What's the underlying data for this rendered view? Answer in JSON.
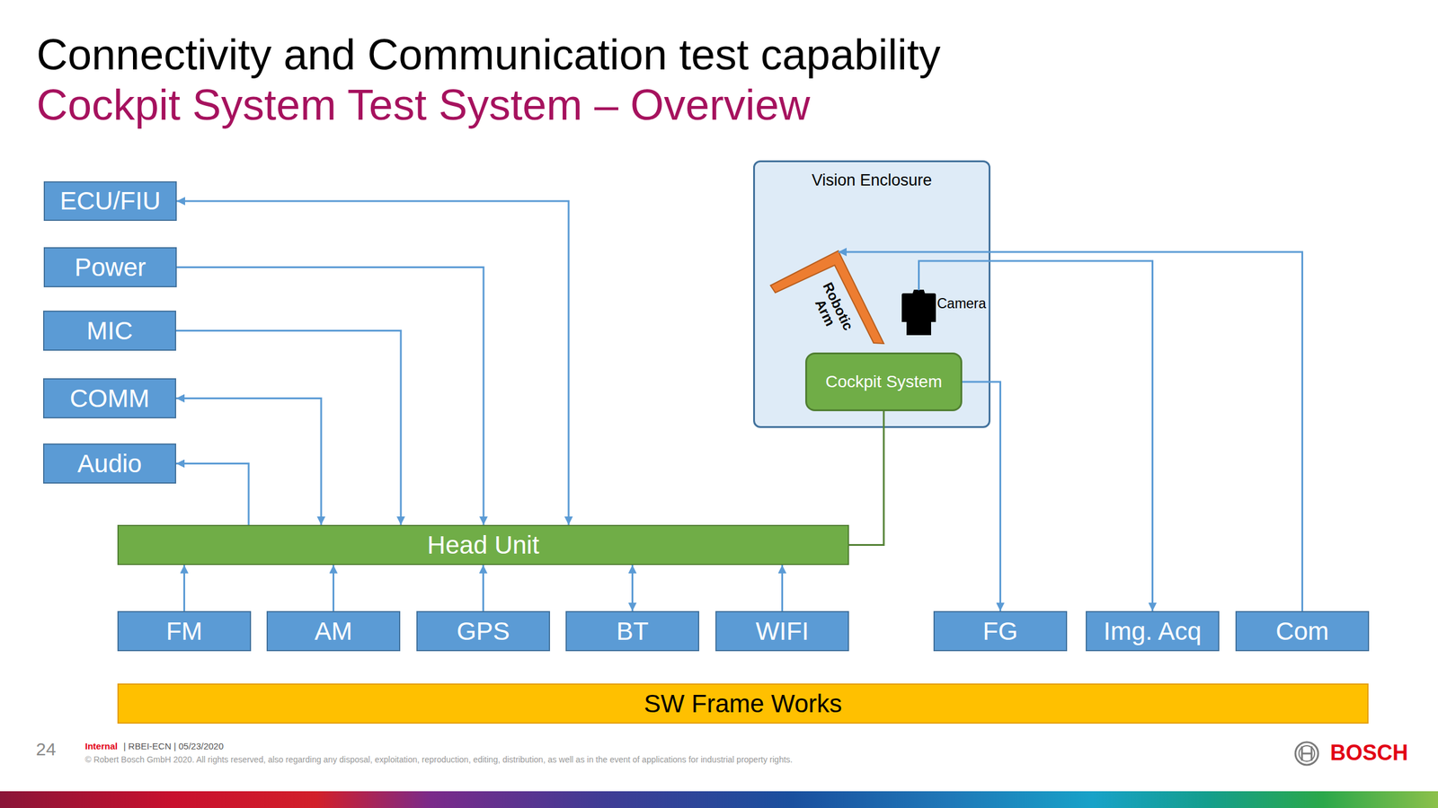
{
  "diagram": {
    "title": "Connectivity and Communication test capability",
    "nodes": [
      {
        "text": [
          "ECU/FIU"
        ]
      },
      {
        "text": [
          "Vision Enclosure"
        ]
      },
      {
        "text": [
          "Robotic Arm"
        ],
        "in": 1
      },
      {
        "text": [
          "Camera"
        ],
        "in": 1
      },
      {
        "text": [
          "Cockpit System"
        ],
        "in": 1
      },
      {
        "text": [
          "Power"
        ]
      },
      {
        "text": [
          "MIC"
        ]
      },
      {
        "text": [
          "COMM"
        ]
      },
      {
        "text": [
          "Audio"
        ]
      },
      {
        "text": [
          "Head Unit"
        ]
      },
      {
        "text": [
          "FM"
        ]
      },
      {
        "text": [
          "AM"
        ]
      },
      {
        "text": [
          "GPS"
        ]
      },
      {
        "text": [
          "BT"
        ]
      },
      {
        "text": [
          "WIFI"
        ]
      },
      {
        "text": [
          "FG"
        ]
      },
      {
        "text": [
          "Img. Acq"
        ]
      },
      {
        "text": [
          "Com"
        ]
      },
      {
        "text": [
          "SW Frame Works"
        ]
      }
    ],
    "edges": [
      {
        "from": 0,
        "to": 9,
        "arrow": "both"
      },
      {
        "from": 5,
        "to": 9,
        "arrow": "to"
      },
      {
        "from": 6,
        "to": 9,
        "arrow": "to"
      },
      {
        "from": 7,
        "to": 9,
        "arrow": "both"
      },
      {
        "from": 9,
        "to": 8,
        "arrow": "to"
      },
      {
        "from": 10,
        "to": 9,
        "arrow": "to"
      },
      {
        "from": 11,
        "to": 9,
        "arrow": "to"
      },
      {
        "from": 12,
        "to": 9,
        "arrow": "to"
      },
      {
        "from": 13,
        "to": 9,
        "arrow": "both"
      },
      {
        "from": 14,
        "to": 9,
        "arrow": "to"
      },
      {
        "from": 4,
        "to": 9,
        "arrow": "none"
      },
      {
        "from": 4,
        "to": 15,
        "arrow": "to"
      },
      {
        "from": 3,
        "to": 16,
        "arrow": "to"
      },
      {
        "from": 17,
        "to": 2,
        "arrow": "to"
      }
    ],
    "labels": [
      "Cockpit System Test System – Overview",
      "24",
      "Internal",
      "| RBEI-ECN | 05/23/2020",
      "© Robert Bosch GmbH 2020. All rights reserved, also regarding any disposal, exploitation, reproduction, editing, distribution, as well as in the event of applications for industrial property rights.",
      "BOSCH"
    ]
  }
}
